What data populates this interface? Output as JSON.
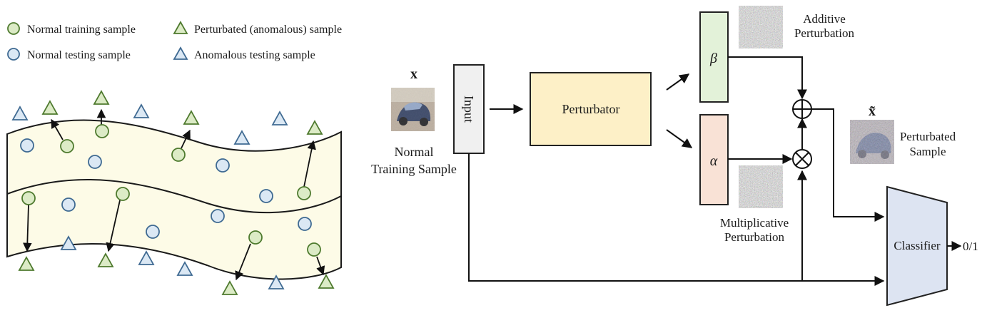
{
  "legend": {
    "normal_training": "Normal training sample",
    "normal_testing": "Normal testing sample",
    "perturbated": "Perturbated (anomalous) sample",
    "anomalous_testing": "Anomalous testing sample"
  },
  "colors": {
    "green_fill": "#dcebc6",
    "green_stroke": "#4e7a2e",
    "blue_fill": "#dbe8f4",
    "blue_stroke": "#3f6a92",
    "manifold_fill": "#fdfbe7",
    "perturbator_fill": "#fdf0c7",
    "beta_fill": "#e3f2d9",
    "alpha_fill": "#f9e2d6",
    "classifier_fill": "#dde4f2",
    "input_fill": "#f0f0f0"
  },
  "pipeline": {
    "x_label": "x",
    "normal_training_line1": "Normal",
    "normal_training_line2": "Training Sample",
    "input_label": "Input",
    "perturbator_label": "Perturbator",
    "beta_label": "β",
    "alpha_label": "α",
    "additive_line1": "Additive",
    "additive_line2": "Perturbation",
    "multiplicative_line1": "Multiplicative",
    "multiplicative_line2": "Perturbation",
    "xtilde_label": "x̃",
    "perturbated_line1": "Perturbated",
    "perturbated_line2": "Sample",
    "classifier_label": "Classifier",
    "output_label": "0/1"
  }
}
